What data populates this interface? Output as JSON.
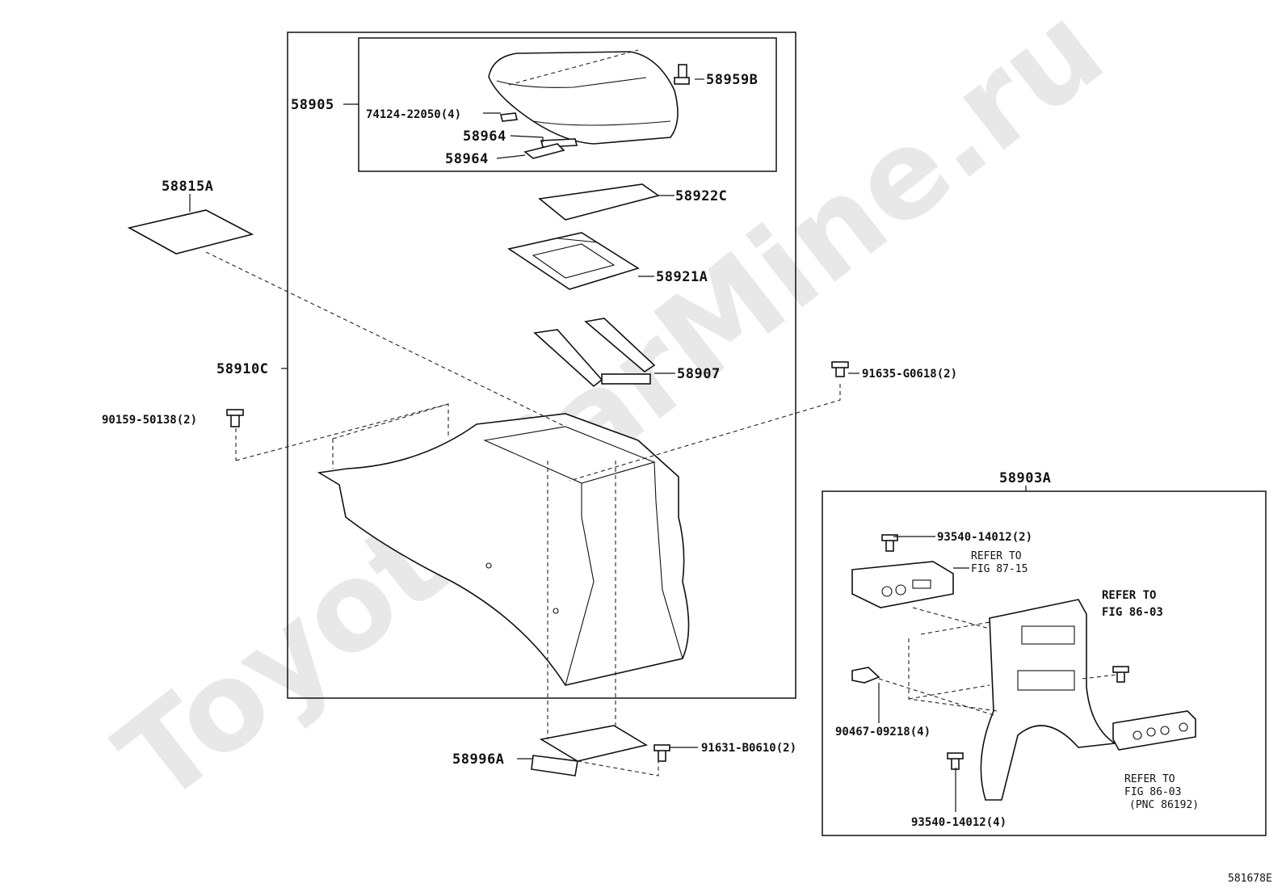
{
  "watermark": "ToyotaCarMine.ru",
  "figure_code": "581678E",
  "labels": {
    "p58905": "58905",
    "p58959B": "58959B",
    "p74124": "74124-22050(4)",
    "p58964a": "58964",
    "p58964b": "58964",
    "p58815A": "58815A",
    "p58922C": "58922C",
    "p58921A": "58921A",
    "p58910C": "58910C",
    "p58907": "58907",
    "p91635": "91635-G0618(2)",
    "p90159": "90159-50138(2)",
    "p58903A": "58903A",
    "p93540a": "93540-14012(2)",
    "refer_fig87_line1": "REFER TO",
    "refer_fig87_line2": "FIG 87-15",
    "refer_fig86a_line1": "REFER TO",
    "refer_fig86a_line2": "FIG 86-03",
    "p90467": "90467-09218(4)",
    "p93540b": "93540-14012(4)",
    "refer_fig86b_line1": "REFER TO",
    "refer_fig86b_line2": "FIG 86-03",
    "refer_fig86b_line3": "(PNC 86192)",
    "p58996A": "58996A",
    "p91631": "91631-B0610(2)"
  }
}
